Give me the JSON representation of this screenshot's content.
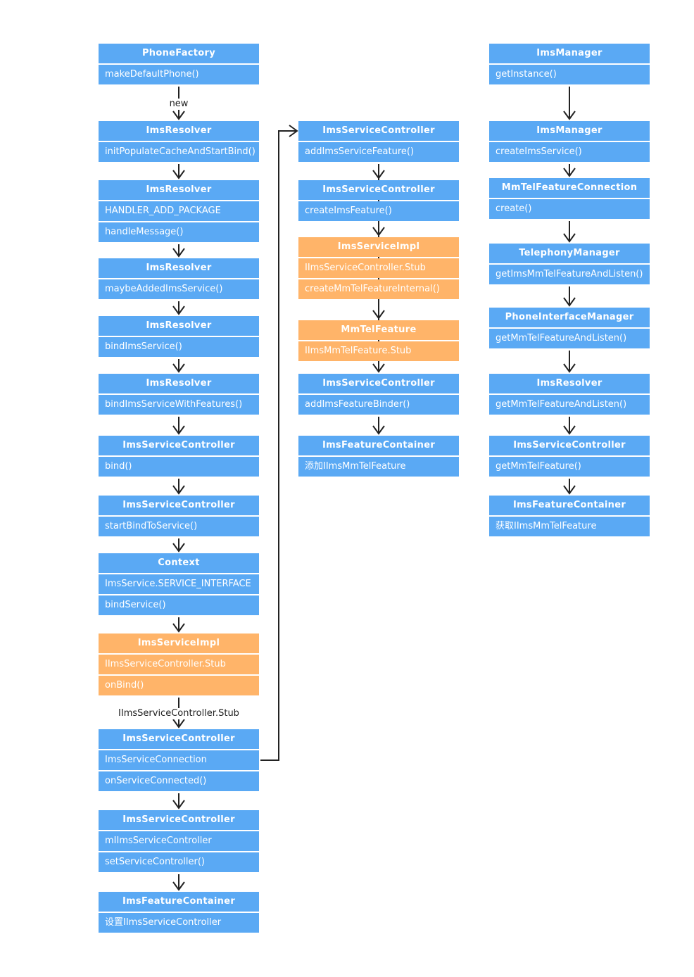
{
  "colors": {
    "class_box": "#5aa9f4",
    "highlight_box": "#ffb469",
    "arrow": "#222222"
  },
  "nodes": [
    {
      "id": "phonefactory",
      "style": "blue",
      "title": "PhoneFactory",
      "rows": [
        "makeDefaultPhone()"
      ]
    },
    {
      "id": "resolver-1",
      "style": "blue",
      "title": "ImsResolver",
      "rows": [
        "initPopulateCacheAndStartBind()"
      ]
    },
    {
      "id": "resolver-2",
      "style": "blue",
      "title": "ImsResolver",
      "rows": [
        "HANDLER_ADD_PACKAGE",
        "handleMessage()"
      ]
    },
    {
      "id": "resolver-3",
      "style": "blue",
      "title": "ImsResolver",
      "rows": [
        "maybeAddedImsService()"
      ]
    },
    {
      "id": "resolver-4",
      "style": "blue",
      "title": "ImsResolver",
      "rows": [
        "bindImsService()"
      ]
    },
    {
      "id": "resolver-5",
      "style": "blue",
      "title": "ImsResolver",
      "rows": [
        "bindImsServiceWithFeatures()"
      ]
    },
    {
      "id": "controller-1",
      "style": "blue",
      "title": "ImsServiceController",
      "rows": [
        "bind()"
      ]
    },
    {
      "id": "controller-2",
      "style": "blue",
      "title": "ImsServiceController",
      "rows": [
        "startBindToService()"
      ]
    },
    {
      "id": "context-1",
      "style": "blue",
      "title": "Context",
      "rows": [
        "ImsService.SERVICE_INTERFACE",
        "bindService()"
      ]
    },
    {
      "id": "serviceimpl-1",
      "style": "orange",
      "title": "ImsServiceImpl",
      "rows": [
        "IImsServiceController.Stub",
        "onBind()"
      ]
    },
    {
      "id": "controller-3",
      "style": "blue",
      "title": "ImsServiceController",
      "rows": [
        "ImsServiceConnection",
        "onServiceConnected()"
      ]
    },
    {
      "id": "controller-4",
      "style": "blue",
      "title": "ImsServiceController",
      "rows": [
        "mIImsServiceController",
        "setServiceController()"
      ]
    },
    {
      "id": "container-1",
      "style": "blue",
      "title": "ImsFeatureContainer",
      "rows": [
        "设置IImsServiceController"
      ]
    },
    {
      "id": "controller-5",
      "style": "blue",
      "title": "ImsServiceController",
      "rows": [
        "addImsServiceFeature()"
      ]
    },
    {
      "id": "controller-6",
      "style": "blue",
      "title": "ImsServiceController",
      "rows": [
        "createImsFeature()"
      ]
    },
    {
      "id": "serviceimpl-2",
      "style": "orange",
      "title": "ImsServiceImpl",
      "rows": [
        "IImsServiceController.Stub",
        "createMmTelFeatureInternal()"
      ]
    },
    {
      "id": "mmtelfeature-1",
      "style": "orange",
      "title": "MmTelFeature",
      "rows": [
        "IImsMmTelFeature.Stub"
      ]
    },
    {
      "id": "controller-7",
      "style": "blue",
      "title": "ImsServiceController",
      "rows": [
        "addImsFeatureBinder()"
      ]
    },
    {
      "id": "container-2",
      "style": "blue",
      "title": "ImsFeatureContainer",
      "rows": [
        "添加IImsMmTelFeature"
      ]
    },
    {
      "id": "manager-1",
      "style": "blue",
      "title": "ImsManager",
      "rows": [
        "getInstance()"
      ]
    },
    {
      "id": "manager-2",
      "style": "blue",
      "title": "ImsManager",
      "rows": [
        "createImsService()"
      ]
    },
    {
      "id": "connection-1",
      "style": "blue",
      "title": "MmTelFeatureConnection",
      "rows": [
        "create()"
      ]
    },
    {
      "id": "telephony-1",
      "style": "blue",
      "title": "TelephonyManager",
      "rows": [
        "getImsMmTelFeatureAndListen()"
      ]
    },
    {
      "id": "phoneif-1",
      "style": "blue",
      "title": "PhoneInterfaceManager",
      "rows": [
        "getMmTelFeatureAndListen()"
      ]
    },
    {
      "id": "resolver-6",
      "style": "blue",
      "title": "ImsResolver",
      "rows": [
        "getMmTelFeatureAndListen()"
      ]
    },
    {
      "id": "controller-8",
      "style": "blue",
      "title": "ImsServiceController",
      "rows": [
        "getMmTelFeature()"
      ]
    },
    {
      "id": "container-3",
      "style": "blue",
      "title": "ImsFeatureContainer",
      "rows": [
        "获取IImsMmTelFeature"
      ]
    }
  ],
  "edges": [
    {
      "from": "phonefactory",
      "to": "resolver-1",
      "label": "new"
    },
    {
      "from": "resolver-1",
      "to": "resolver-2"
    },
    {
      "from": "resolver-2",
      "to": "resolver-3"
    },
    {
      "from": "resolver-3",
      "to": "resolver-4"
    },
    {
      "from": "resolver-4",
      "to": "resolver-5"
    },
    {
      "from": "resolver-5",
      "to": "controller-1"
    },
    {
      "from": "controller-1",
      "to": "controller-2"
    },
    {
      "from": "controller-2",
      "to": "context-1"
    },
    {
      "from": "context-1",
      "to": "serviceimpl-1"
    },
    {
      "from": "serviceimpl-1",
      "to": "controller-3",
      "label": "IImsServiceController.Stub"
    },
    {
      "from": "controller-3",
      "to": "controller-4"
    },
    {
      "from": "controller-4",
      "to": "container-1"
    },
    {
      "from": "controller-3",
      "to": "controller-5"
    },
    {
      "from": "controller-5",
      "to": "controller-6"
    },
    {
      "from": "controller-6",
      "to": "serviceimpl-2"
    },
    {
      "from": "serviceimpl-2",
      "to": "mmtelfeature-1"
    },
    {
      "from": "controller-5",
      "to": "controller-7"
    },
    {
      "from": "controller-7",
      "to": "container-2"
    },
    {
      "from": "manager-1",
      "to": "manager-2"
    },
    {
      "from": "manager-2",
      "to": "connection-1"
    },
    {
      "from": "connection-1",
      "to": "telephony-1"
    },
    {
      "from": "telephony-1",
      "to": "phoneif-1"
    },
    {
      "from": "phoneif-1",
      "to": "resolver-6"
    },
    {
      "from": "resolver-6",
      "to": "controller-8"
    },
    {
      "from": "controller-8",
      "to": "container-3"
    }
  ]
}
